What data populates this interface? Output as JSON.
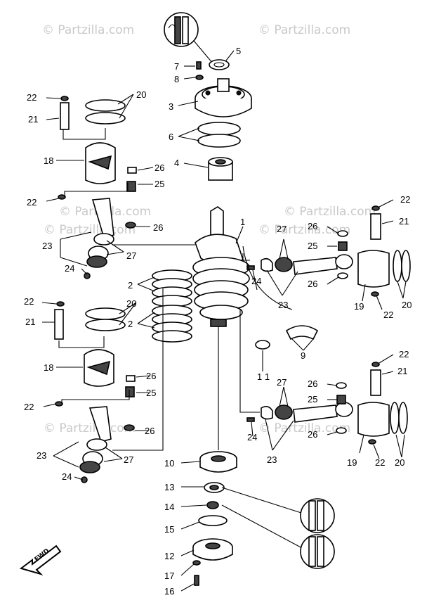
{
  "watermarks": [
    "© Partzilla.com",
    "© Partzilla.com",
    "© Partzilla.com",
    "© Partzilla.com",
    "© Partzilla.com",
    "© Partzilla.com",
    "© Partzilla.com",
    "© Partzilla.com"
  ],
  "fwd_label": "FWD",
  "callouts": {
    "c1": "1",
    "c2a": "2",
    "c2b": "2",
    "c3": "3",
    "c4": "4",
    "c5": "5",
    "c6": "6",
    "c7": "7",
    "c8": "8",
    "c9": "9",
    "c10": "10",
    "c11": "1 1",
    "c12": "12",
    "c13": "13",
    "c14": "14",
    "c15": "15",
    "c16": "16",
    "c17": "17",
    "c18a": "18",
    "c18b": "18",
    "c19a": "19",
    "c19b": "19",
    "c20a": "20",
    "c20b": "20",
    "c20c": "20",
    "c20d": "20",
    "c21a": "21",
    "c21b": "21",
    "c21c": "21",
    "c21d": "21",
    "c22a": "22",
    "c22b": "22",
    "c22c": "22",
    "c22d": "22",
    "c22e": "22",
    "c22f": "22",
    "c22g": "22",
    "c22h": "22",
    "c23a": "23",
    "c23b": "23",
    "c23c": "23",
    "c23d": "23",
    "c24a": "24",
    "c24b": "24",
    "c24c": "24",
    "c24d": "24",
    "c25a": "25",
    "c25b": "25",
    "c25c": "25",
    "c25d": "25",
    "c26a": "26",
    "c26b": "26",
    "c26c": "26",
    "c26d": "26",
    "c26e": "26",
    "c26f": "26",
    "c26g": "26",
    "c26h": "26",
    "c27a": "27",
    "c27b": "27",
    "c27c": "27",
    "c27d": "27"
  }
}
